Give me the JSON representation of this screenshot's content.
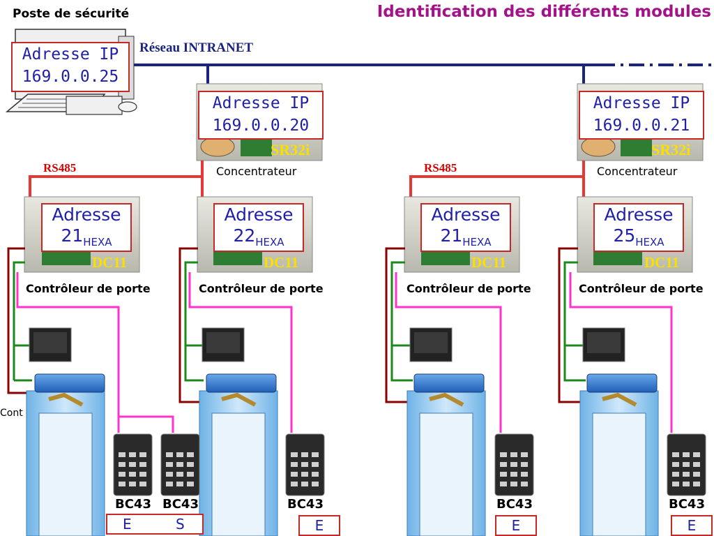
{
  "title": "Identification des différents modules",
  "poste": {
    "label": "Poste de sécurité",
    "ip_line1": "Adresse IP",
    "ip_line2": "169.0.0.25"
  },
  "network": {
    "label": "Réseau INTRANET"
  },
  "concentrators": [
    {
      "ip_line1": "Adresse IP",
      "ip_line2": "169.0.0.20",
      "model": "SR32i",
      "label": "Concentrateur",
      "bus": "RS485"
    },
    {
      "ip_line1": "Adresse IP",
      "ip_line2": "169.0.0.21",
      "model": "SR32i",
      "label": "Concentrateur",
      "bus": "RS485"
    }
  ],
  "controllers": [
    {
      "addr_word": "Adresse",
      "addr_num": "21",
      "addr_sub": "HEXA",
      "model": "DC11",
      "label": "Contrôleur de porte"
    },
    {
      "addr_word": "Adresse",
      "addr_num": "22",
      "addr_sub": "HEXA",
      "model": "DC11",
      "label": "Contrôleur de porte"
    },
    {
      "addr_word": "Adresse",
      "addr_num": "21",
      "addr_sub": "HEXA",
      "model": "DC11",
      "label": "Contrôleur de porte"
    },
    {
      "addr_word": "Adresse",
      "addr_num": "25",
      "addr_sub": "HEXA",
      "model": "DC11",
      "label": "Contrôleur de porte"
    }
  ],
  "keypads": [
    {
      "label": "BC43",
      "io": "E"
    },
    {
      "label": "BC43",
      "io": "S"
    },
    {
      "label": "BC43",
      "io": "E"
    },
    {
      "label": "BC43",
      "io": "E"
    },
    {
      "label": "BC43",
      "io": "E"
    }
  ],
  "cut_label": "Cont",
  "colors": {
    "title": "#a4128a",
    "network": "#1a237e",
    "rs485": "#d50000",
    "box_border": "#c62828",
    "box_text": "#1f1fa8",
    "model_text": "#f9e000",
    "wire_magenta": "#ff33cc",
    "wire_green": "#1b8a1b",
    "wire_darkred": "#8b0000"
  }
}
